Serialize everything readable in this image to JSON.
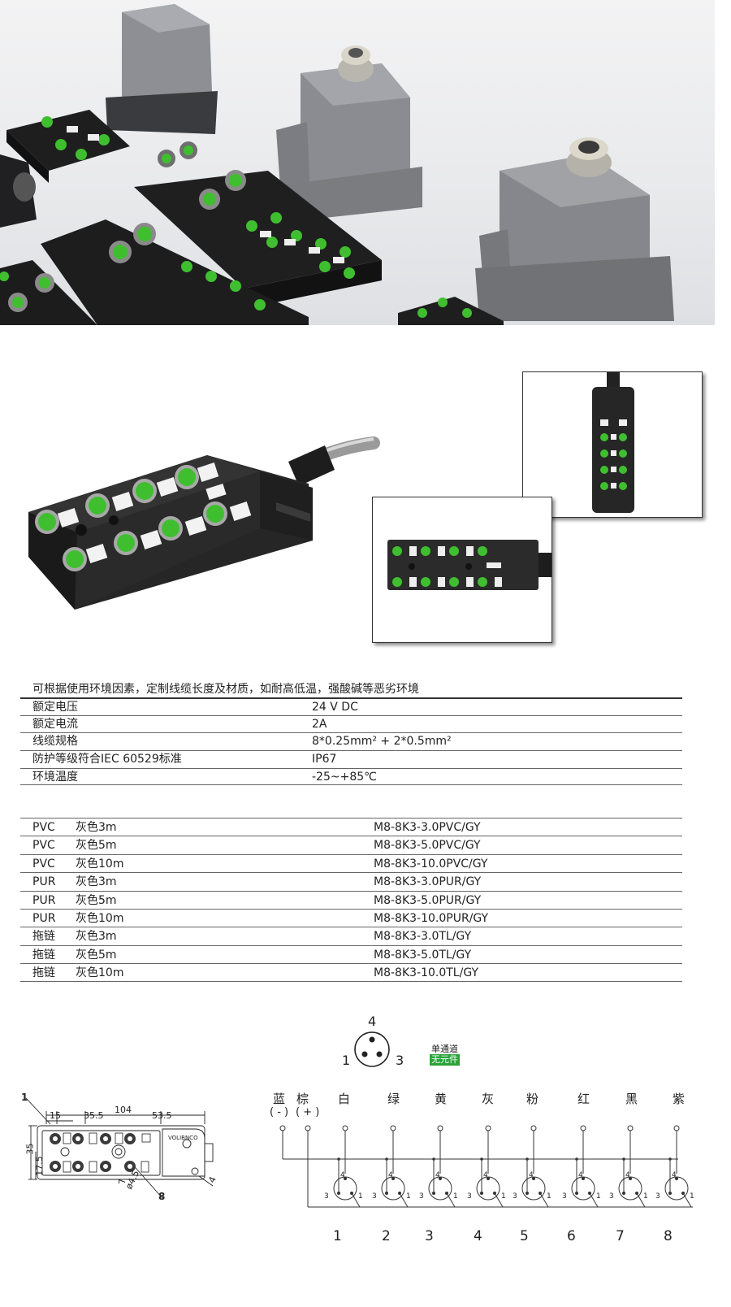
{
  "spec": {
    "note": "可根据使用环境因素，定制线缆长度及材质，如耐高低温，强酸碱等恶劣环境",
    "rows": [
      {
        "key": "额定电压",
        "value": "24 V DC"
      },
      {
        "key": "额定电流",
        "value": "2A"
      },
      {
        "key": "线缆规格",
        "value": "8*0.25mm² + 2*0.5mm²"
      },
      {
        "key": "防护等级符合IEC 60529标准",
        "value": "IP67"
      },
      {
        "key": "环境温度",
        "value": "-25~+85℃"
      }
    ]
  },
  "models": [
    {
      "material": "PVC",
      "spec": "灰色3m",
      "code": "M8-8K3-3.0PVC/GY"
    },
    {
      "material": "PVC",
      "spec": "灰色5m",
      "code": "M8-8K3-5.0PVC/GY"
    },
    {
      "material": "PVC",
      "spec": "灰色10m",
      "code": "M8-8K3-10.0PVC/GY"
    },
    {
      "material": "PUR",
      "spec": "灰色3m",
      "code": "M8-8K3-3.0PUR/GY"
    },
    {
      "material": "PUR",
      "spec": "灰色5m",
      "code": "M8-8K3-5.0PUR/GY"
    },
    {
      "material": "PUR",
      "spec": "灰色10m",
      "code": "M8-8K3-10.0PUR/GY"
    },
    {
      "material": "拖链",
      "spec": "灰色3m",
      "code": "M8-8K3-3.0TL/GY"
    },
    {
      "material": "拖链",
      "spec": "灰色5m",
      "code": "M8-8K3-5.0TL/GY"
    },
    {
      "material": "拖链",
      "spec": "灰色10m",
      "code": "M8-8K3-10.0TL/GY"
    }
  ],
  "pinout": {
    "pin_top": "4",
    "pin_left": "1",
    "pin_right": "3",
    "channel_type": "单通道",
    "component": "无元件"
  },
  "dimensions": {
    "d1": "15",
    "d2": "35.5",
    "d3": "104",
    "d4": "53.5",
    "d5": "35",
    "d6": "17.5",
    "d7": "7",
    "d8": "ø4.5",
    "d9": "4",
    "callout_top": "1",
    "callout_bottom": "8",
    "logo": "VOLIBNCO"
  },
  "wires": {
    "colors": [
      "蓝",
      "棕",
      "白",
      "绿",
      "黄",
      "灰",
      "粉",
      "红",
      "黑",
      "紫"
    ],
    "polarity_blue": "( - )",
    "polarity_brown": "( + )",
    "connector_pins": [
      "4",
      "3",
      "1"
    ],
    "channels": [
      "1",
      "2",
      "3",
      "4",
      "5",
      "6",
      "7",
      "8"
    ]
  },
  "colors": {
    "connector_green": "#3fbf2f",
    "housing_black": "#2b2b2b",
    "badge_green": "#2aa33a"
  }
}
